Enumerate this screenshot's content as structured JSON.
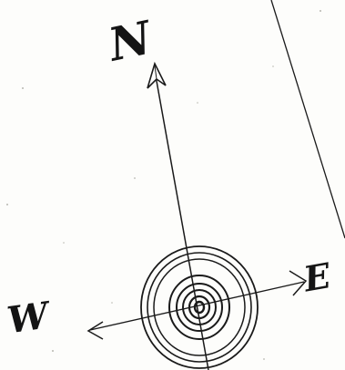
{
  "compass": {
    "north_label": "N",
    "east_label": "E",
    "west_label": "W",
    "ink_color": "#141414",
    "paper_color": "#fdfdfb"
  }
}
